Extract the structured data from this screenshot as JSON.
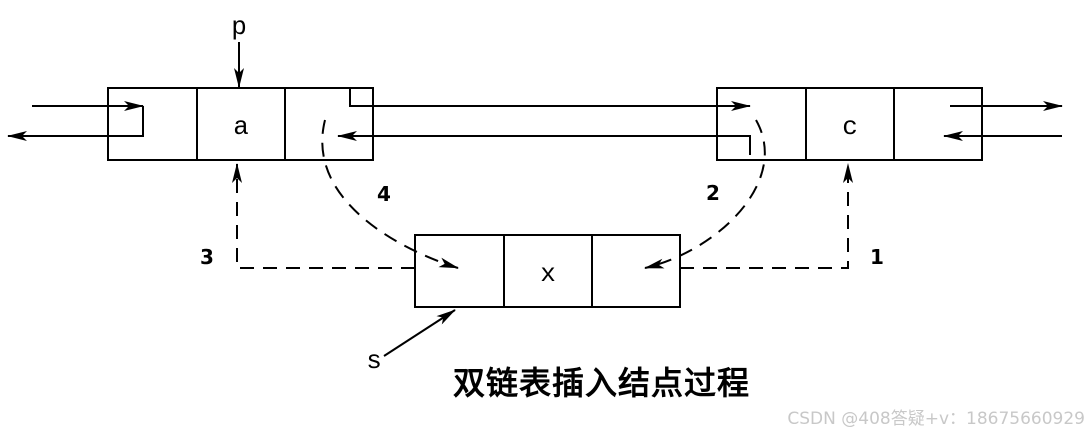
{
  "nodes": {
    "a": {
      "value": "a"
    },
    "c": {
      "value": "c"
    },
    "x": {
      "value": "x"
    }
  },
  "pointers": {
    "p": "p",
    "s": "s"
  },
  "steps": [
    "1",
    "2",
    "3",
    "4"
  ],
  "caption": "双链表插入结点过程",
  "watermark": "CSDN @408答疑+v：18675660929"
}
